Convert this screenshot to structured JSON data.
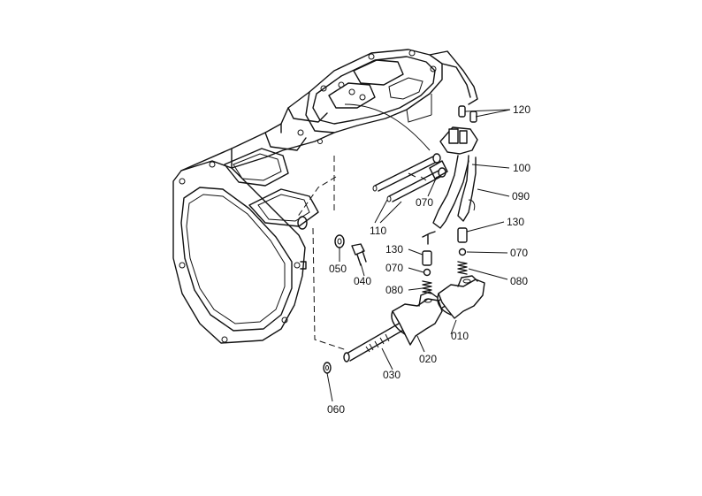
{
  "callouts": [
    {
      "id": "c010",
      "text": "010"
    },
    {
      "id": "c020",
      "text": "020"
    },
    {
      "id": "c030",
      "text": "030"
    },
    {
      "id": "c040",
      "text": "040"
    },
    {
      "id": "c050",
      "text": "050"
    },
    {
      "id": "c060",
      "text": "060"
    },
    {
      "id": "c070a",
      "text": "070"
    },
    {
      "id": "c070b",
      "text": "070"
    },
    {
      "id": "c070c",
      "text": "070"
    },
    {
      "id": "c080a",
      "text": "080"
    },
    {
      "id": "c080b",
      "text": "080"
    },
    {
      "id": "c090",
      "text": "090"
    },
    {
      "id": "c100",
      "text": "100"
    },
    {
      "id": "c110",
      "text": "110"
    },
    {
      "id": "c120",
      "text": "120"
    },
    {
      "id": "c130a",
      "text": "130"
    },
    {
      "id": "c130b",
      "text": "130"
    }
  ]
}
